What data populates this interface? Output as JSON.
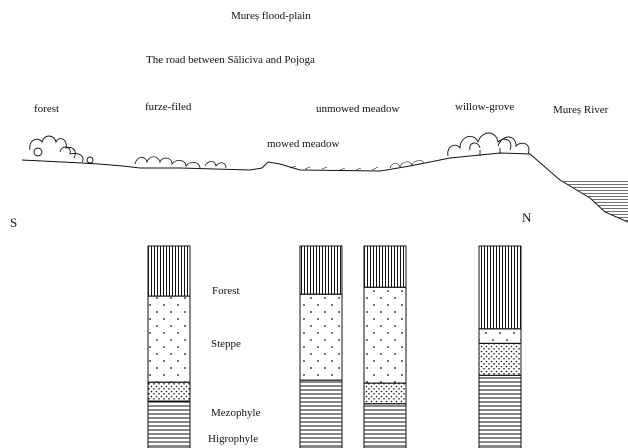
{
  "title": "Mureș flood-plain",
  "road": "The road between Săliciva and Pojoga",
  "landscape_labels": {
    "forest": "forest",
    "furze": "furze-filed",
    "unmowed": "unmowed meadow",
    "willow": "willow-grove",
    "river": "Mureș River",
    "mowed": "mowed meadow"
  },
  "directions": {
    "south": "S",
    "north": "N"
  },
  "legend": {
    "forest": "Forest",
    "steppe": "Steppe",
    "mezophyle": "Mezophyle",
    "higrophyle": "Higrophyle"
  },
  "columns": [
    {
      "name": "furze-filed",
      "forest": 0.32,
      "steppe": 0.55,
      "mezophyle": 0.12,
      "higrophyle": 0.3
    },
    {
      "name": "mowed meadow",
      "forest": 0.32,
      "steppe": 0.57,
      "mezophyle": 0.0,
      "higrophyle": 0.45
    },
    {
      "name": "unmowed meadow",
      "forest": 0.28,
      "steppe": 0.65,
      "mezophyle": 0.14,
      "higrophyle": 0.3
    },
    {
      "name": "willow-grove",
      "forest": 0.57,
      "steppe": 0.1,
      "mezophyle": 0.22,
      "higrophyle": 0.5
    }
  ]
}
